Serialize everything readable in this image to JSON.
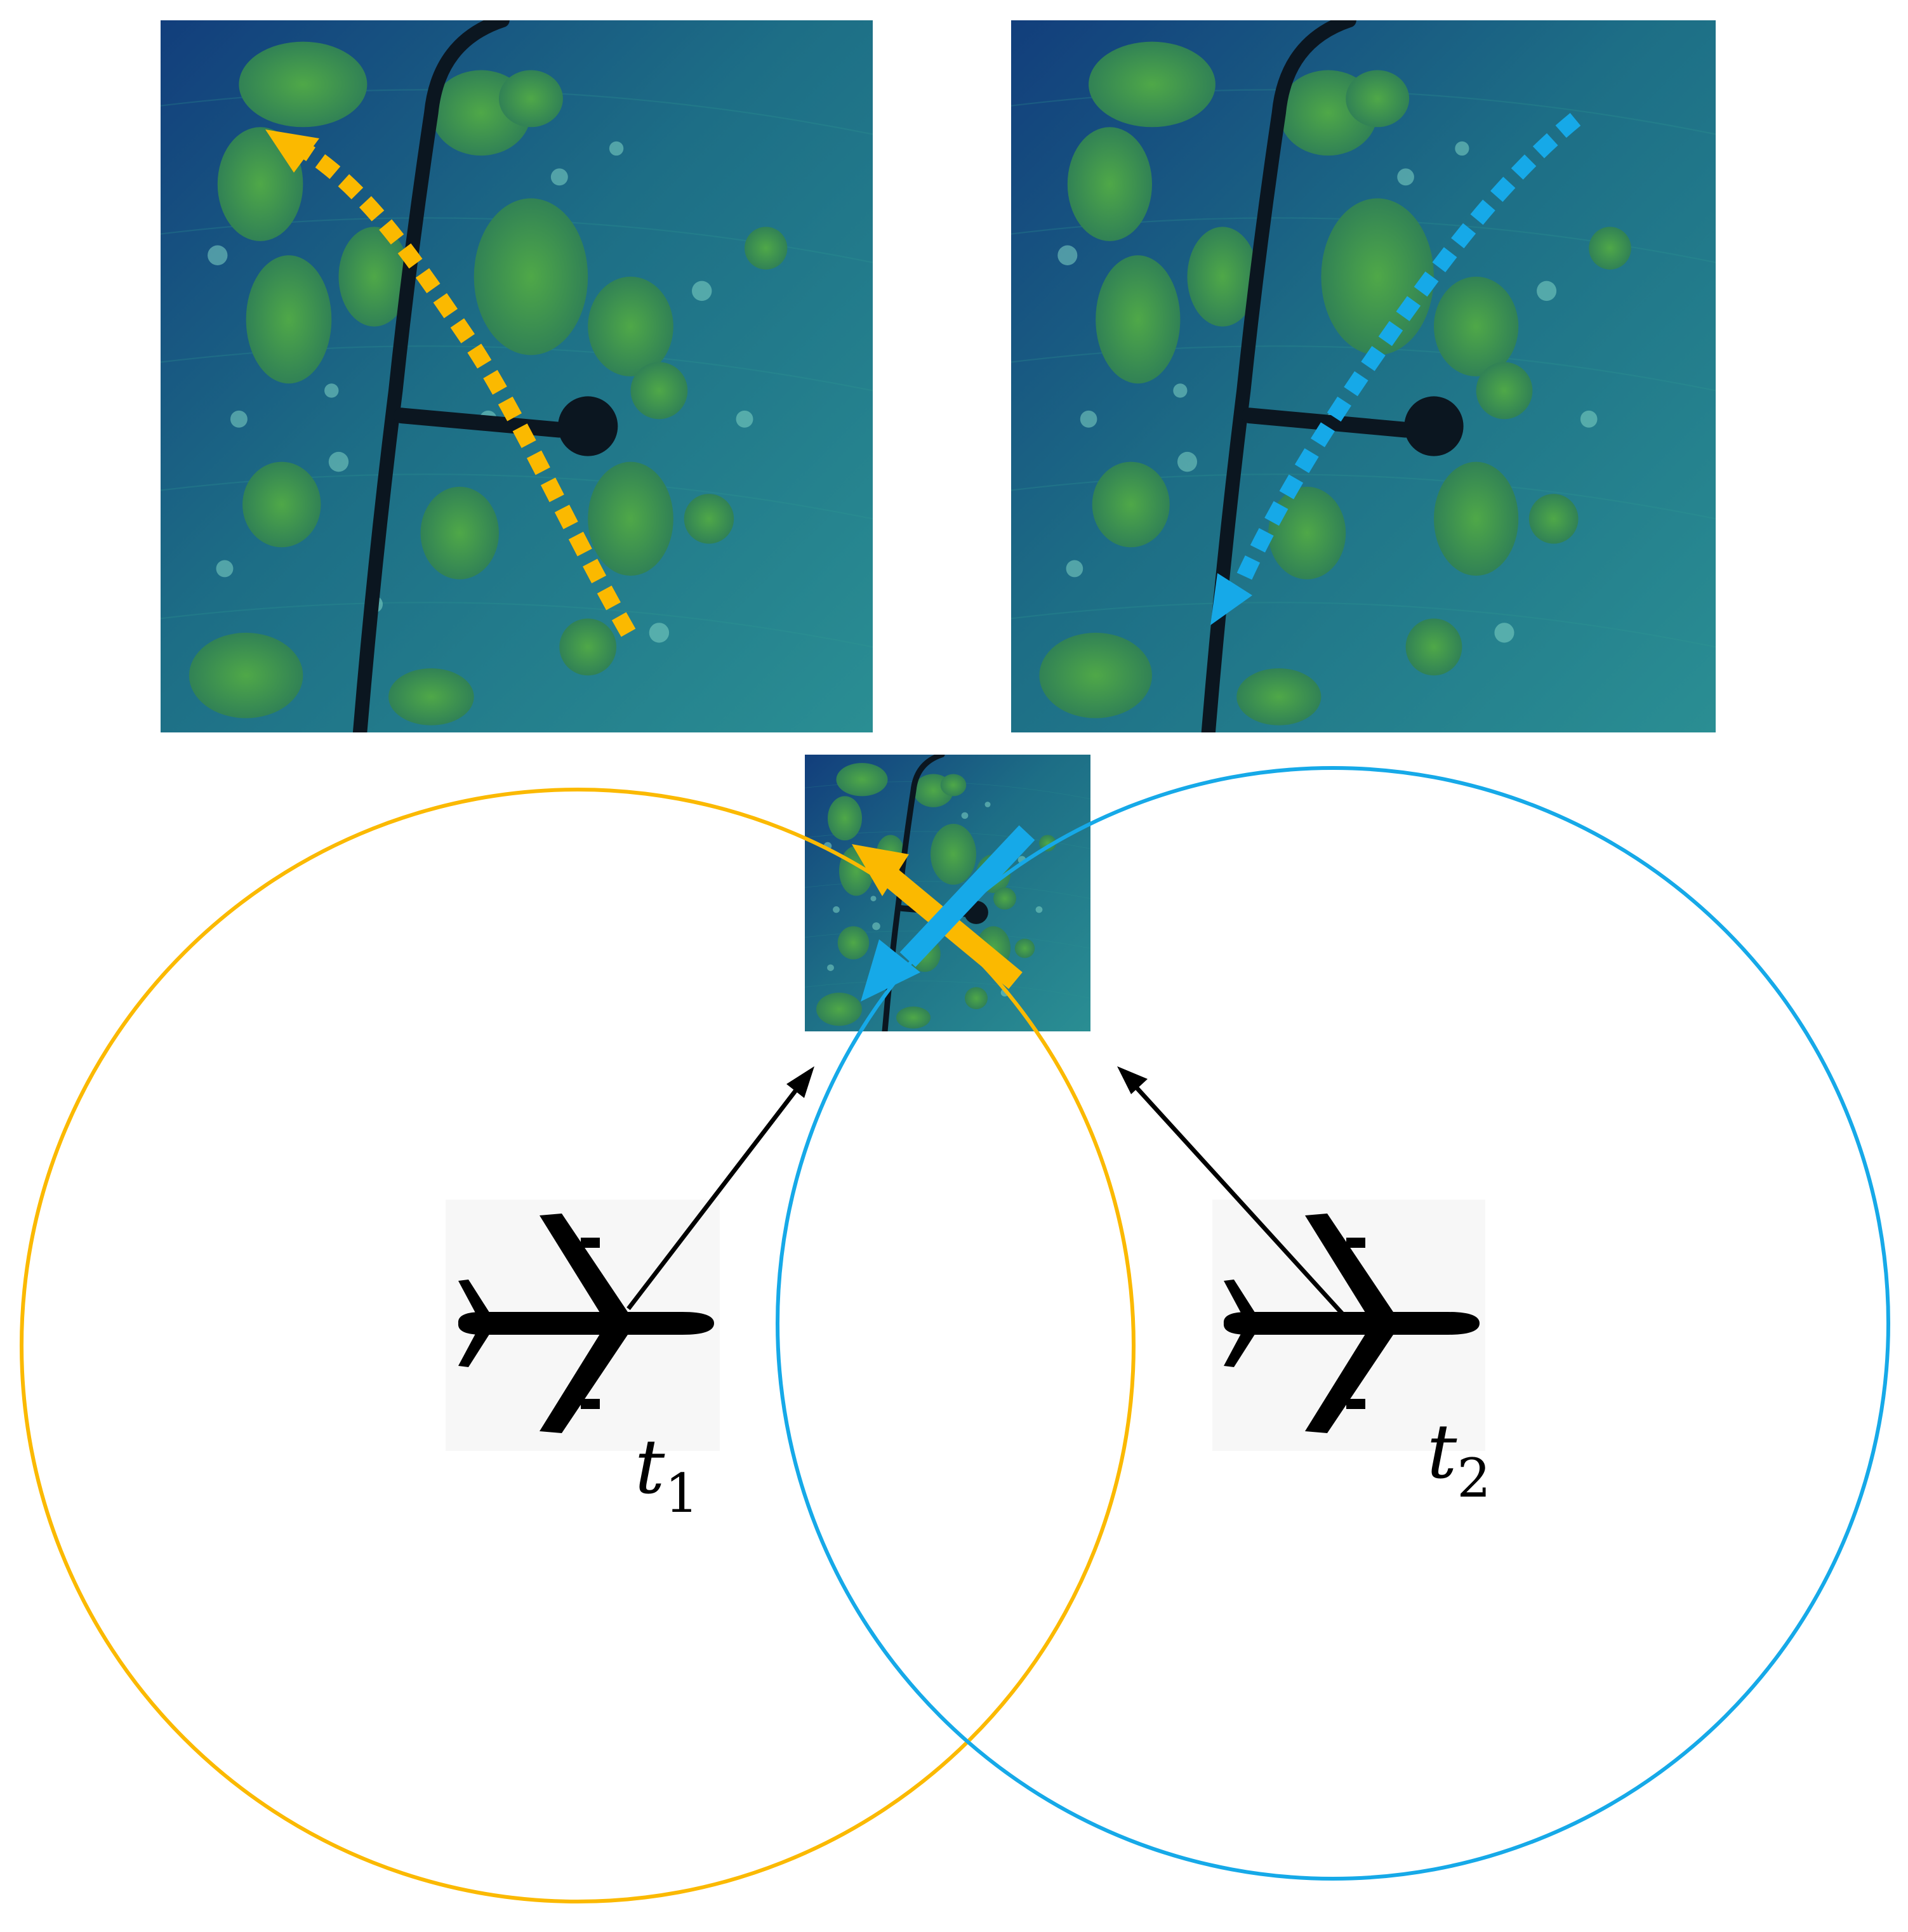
{
  "colors": {
    "pass1": "#FBB900",
    "pass2": "#16A9E8",
    "arrow": "#000000",
    "background": "#FFFFFF",
    "plane": "#000000",
    "plane_backdrop": "#F7F7F7",
    "terrain_deep": "#123E7C",
    "terrain_mid": "#1D6E86",
    "terrain_light": "#2A9890",
    "vegetation": "#3E9A44",
    "road": "#0B1620"
  },
  "icons": {
    "plane1": "airplane-icon",
    "plane2": "airplane-icon"
  },
  "labels": {
    "t1": {
      "base": "t",
      "sub": "1"
    },
    "t2": {
      "base": "t",
      "sub": "2"
    }
  }
}
